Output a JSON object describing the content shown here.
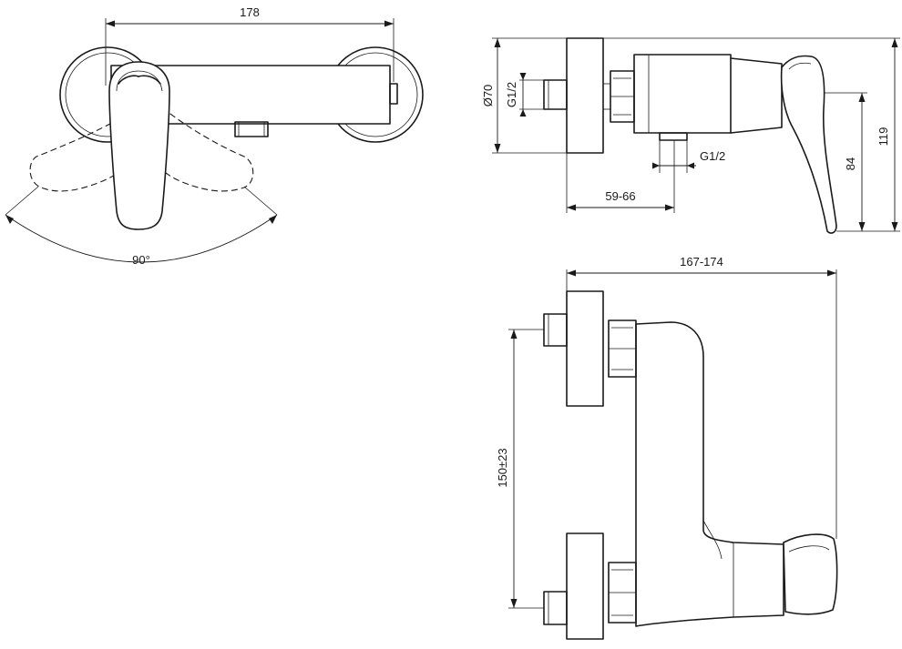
{
  "dimensions": {
    "width_total": "178",
    "rotation_angle": "90°",
    "rosette_diameter": "Ø70",
    "thread_inlet": "G1/2",
    "thread_outlet": "G1/2",
    "projection": "59-66",
    "lever_height": "84",
    "total_height": "119",
    "depth_range": "167-174",
    "center_distance": "150±23"
  }
}
